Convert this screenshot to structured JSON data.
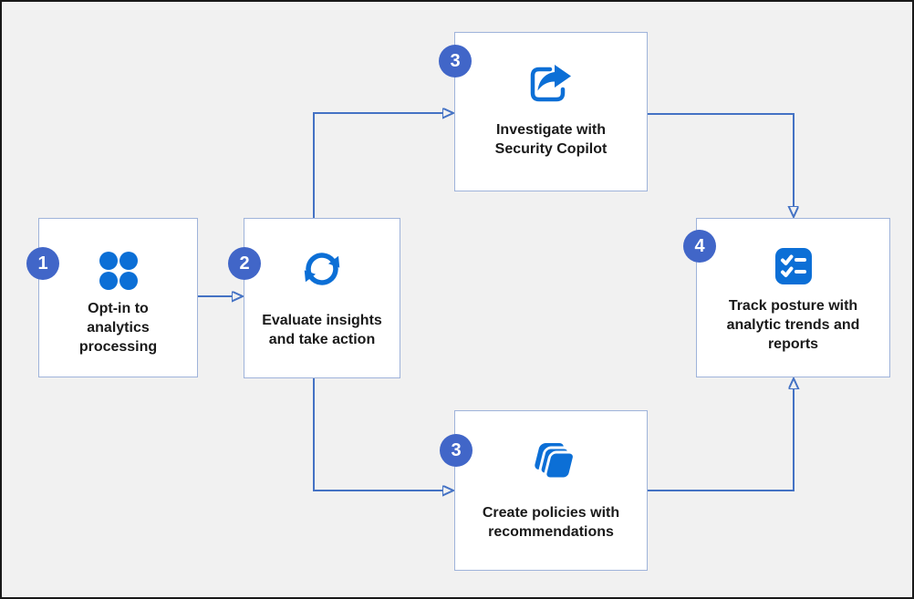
{
  "colors": {
    "background": "#f1f1f1",
    "frame_border": "#191919",
    "box_fill": "#ffffff",
    "box_border": "#9fb3da",
    "badge_fill": "#4166c8",
    "badge_text": "#ffffff",
    "arrow": "#4472c4",
    "icon_blue": "#0c6fd6",
    "label_text": "#1a1a1a"
  },
  "steps": [
    {
      "number": "1",
      "icon": "dots-grid-icon",
      "label": "Opt-in to analytics processing",
      "lines": [
        "Opt-in to",
        "analytics",
        "processing"
      ]
    },
    {
      "number": "2",
      "icon": "sync-arrows-icon",
      "label": "Evaluate insights and take action",
      "lines": [
        "Evaluate insights",
        "and take action"
      ]
    },
    {
      "number": "3",
      "icon": "share-arrow-icon",
      "label": "Investigate with Security Copilot",
      "lines": [
        "Investigate with",
        "Security Copilot"
      ]
    },
    {
      "number": "3",
      "icon": "stacked-cards-icon",
      "label": "Create policies with recommendations",
      "lines": [
        "Create policies with",
        "recommendations"
      ]
    },
    {
      "number": "4",
      "icon": "checklist-icon",
      "label": "Track posture with analytic trends and reports",
      "lines": [
        "Track posture with",
        "analytic trends and",
        "reports"
      ]
    }
  ]
}
